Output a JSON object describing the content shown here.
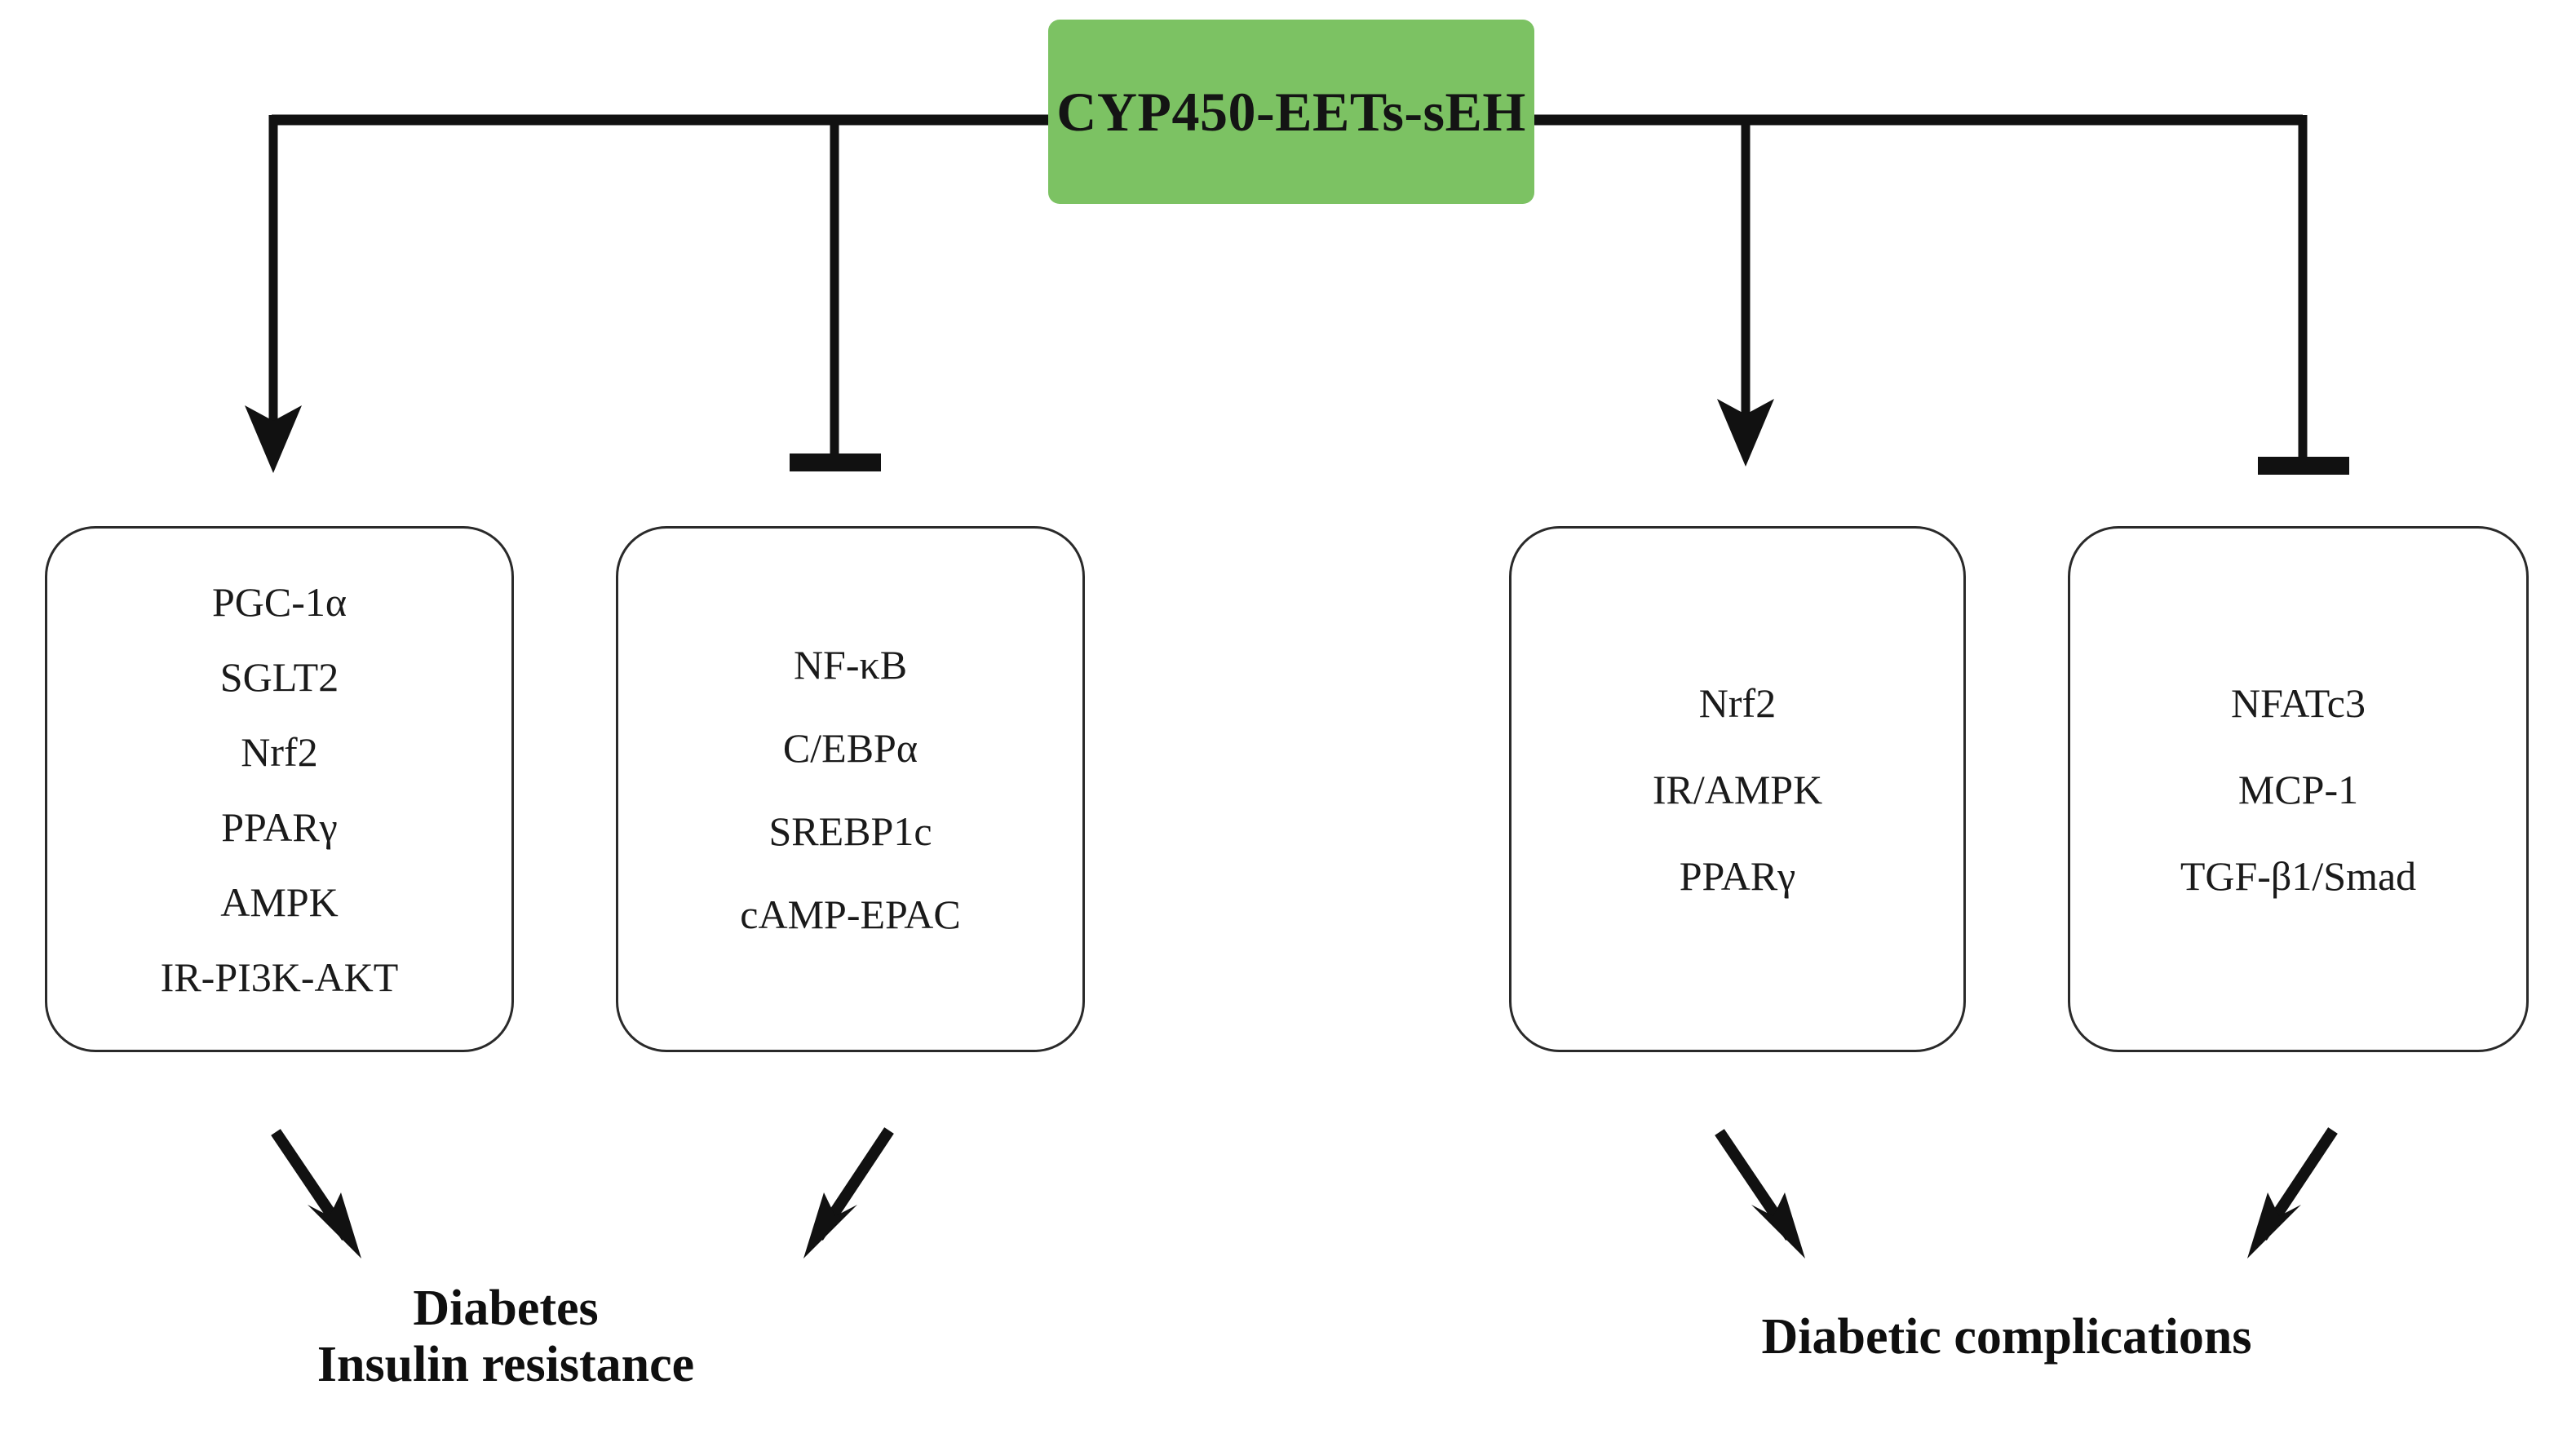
{
  "source": {
    "label": "CYP450-EETs-sEH",
    "color": "#7cc263"
  },
  "pathways": [
    {
      "name": "diabetes-activated-targets",
      "edge": "activation-arrow",
      "items": [
        "PGC-1α",
        "SGLT2",
        "Nrf2",
        "PPARγ",
        "AMPK",
        "IR-PI3K-AKT"
      ]
    },
    {
      "name": "diabetes-inhibited-targets",
      "edge": "inhibition-tbar",
      "items": [
        "NF-κB",
        "C/EBPα",
        "SREBP1c",
        "cAMP-EPAC"
      ]
    },
    {
      "name": "complications-activated-targets",
      "edge": "activation-arrow",
      "items": [
        "Nrf2",
        "IR/AMPK",
        "PPARγ"
      ]
    },
    {
      "name": "complications-inhibited-targets",
      "edge": "inhibition-tbar",
      "items": [
        "NFATc3",
        "MCP-1",
        "TGF-β1/Smad"
      ]
    }
  ],
  "outcomes": {
    "left": "Diabetes\nInsulin resistance",
    "right": "Diabetic complications"
  },
  "edge_colors": {
    "line": "#111111",
    "box_border": "#2a2a2a"
  }
}
